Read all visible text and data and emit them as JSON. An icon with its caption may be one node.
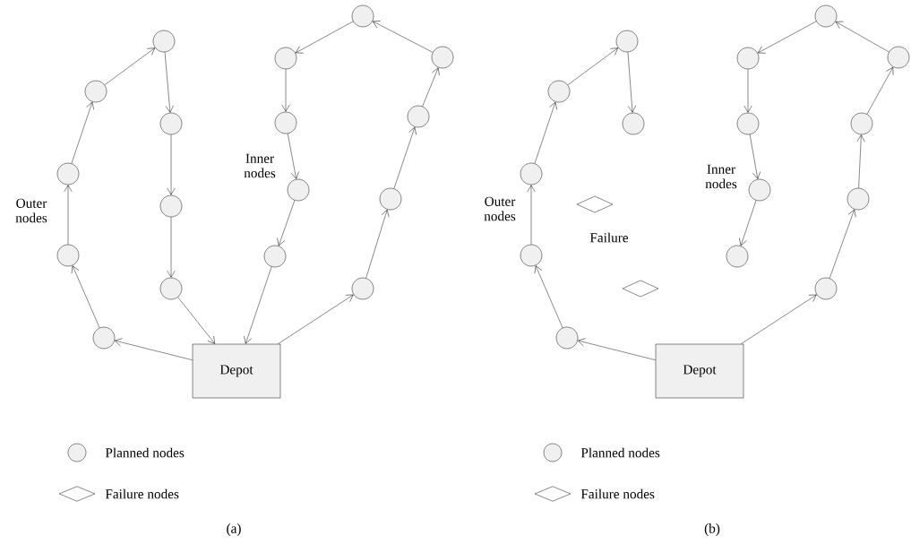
{
  "diagram": {
    "nodes": [
      {
        "text": [
          "Depot"
        ]
      },
      {
        "text": [],
        "shape": "circle"
      },
      {
        "text": [],
        "shape": "circle"
      },
      {
        "text": [],
        "shape": "circle"
      },
      {
        "text": [],
        "shape": "circle"
      },
      {
        "text": [],
        "shape": "circle"
      },
      {
        "text": [],
        "shape": "circle"
      },
      {
        "text": [],
        "shape": "circle"
      },
      {
        "text": [],
        "shape": "circle"
      },
      {
        "text": [],
        "shape": "circle"
      },
      {
        "text": [],
        "shape": "circle"
      },
      {
        "text": [],
        "shape": "circle"
      },
      {
        "text": [],
        "shape": "circle"
      },
      {
        "text": [],
        "shape": "circle"
      },
      {
        "text": [],
        "shape": "circle"
      },
      {
        "text": [],
        "shape": "circle"
      },
      {
        "text": [],
        "shape": "circle"
      },
      {
        "text": [],
        "shape": "circle"
      },
      {
        "text": [
          "Depot"
        ]
      },
      {
        "text": [],
        "shape": "circle"
      },
      {
        "text": [],
        "shape": "circle"
      },
      {
        "text": [],
        "shape": "circle"
      },
      {
        "text": [],
        "shape": "circle"
      },
      {
        "text": [],
        "shape": "circle"
      },
      {
        "text": [],
        "shape": "circle"
      },
      {
        "text": [],
        "shape": "circle"
      },
      {
        "text": [],
        "shape": "circle"
      },
      {
        "text": [],
        "shape": "circle"
      },
      {
        "text": [],
        "shape": "circle"
      },
      {
        "text": [],
        "shape": "circle"
      },
      {
        "text": [],
        "shape": "circle"
      },
      {
        "text": [],
        "shape": "circle"
      },
      {
        "text": [],
        "shape": "circle"
      },
      {
        "text": [],
        "shape": "circle"
      },
      {
        "text": [],
        "shape": "diamond"
      },
      {
        "text": [],
        "shape": "diamond"
      }
    ],
    "edges": [
      {
        "from": 0,
        "to": 1,
        "arrow": "to"
      },
      {
        "from": 1,
        "to": 2,
        "arrow": "to"
      },
      {
        "from": 2,
        "to": 3,
        "arrow": "to"
      },
      {
        "from": 3,
        "to": 4,
        "arrow": "to"
      },
      {
        "from": 4,
        "to": 5,
        "arrow": "to"
      },
      {
        "from": 5,
        "to": 6,
        "arrow": "to"
      },
      {
        "from": 6,
        "to": 7,
        "arrow": "to"
      },
      {
        "from": 7,
        "to": 8,
        "arrow": "to"
      },
      {
        "from": 8,
        "to": 0,
        "arrow": "to"
      },
      {
        "from": 0,
        "to": 9,
        "arrow": "to"
      },
      {
        "from": 9,
        "to": 10,
        "arrow": "to"
      },
      {
        "from": 10,
        "to": 11,
        "arrow": "to"
      },
      {
        "from": 11,
        "to": 12,
        "arrow": "to"
      },
      {
        "from": 12,
        "to": 13,
        "arrow": "to"
      },
      {
        "from": 13,
        "to": 14,
        "arrow": "to"
      },
      {
        "from": 14,
        "to": 15,
        "arrow": "to"
      },
      {
        "from": 15,
        "to": 16,
        "arrow": "to"
      },
      {
        "from": 16,
        "to": 17,
        "arrow": "to"
      },
      {
        "from": 17,
        "to": 0,
        "arrow": "to"
      },
      {
        "from": 18,
        "to": 19,
        "arrow": "to"
      },
      {
        "from": 19,
        "to": 20,
        "arrow": "to"
      },
      {
        "from": 20,
        "to": 21,
        "arrow": "to"
      },
      {
        "from": 21,
        "to": 22,
        "arrow": "to"
      },
      {
        "from": 22,
        "to": 23,
        "arrow": "to"
      },
      {
        "from": 23,
        "to": 24,
        "arrow": "to"
      },
      {
        "from": 18,
        "to": 25,
        "arrow": "to"
      },
      {
        "from": 25,
        "to": 26,
        "arrow": "to"
      },
      {
        "from": 26,
        "to": 27,
        "arrow": "to"
      },
      {
        "from": 27,
        "to": 28,
        "arrow": "to"
      },
      {
        "from": 28,
        "to": 29,
        "arrow": "to"
      },
      {
        "from": 29,
        "to": 30,
        "arrow": "to"
      },
      {
        "from": 30,
        "to": 31,
        "arrow": "to"
      },
      {
        "from": 31,
        "to": 32,
        "arrow": "to"
      },
      {
        "from": 32,
        "to": 33,
        "arrow": "to"
      }
    ],
    "labels": [
      "Inner nodes",
      "Outer nodes",
      "Inner nodes",
      "Outer nodes",
      "Failure",
      "(a)",
      "(b)"
    ],
    "legend": [
      {
        "text": "Planned nodes"
      },
      {
        "text": "Failure nodes"
      },
      {
        "text": "Planned nodes"
      },
      {
        "text": "Failure nodes"
      }
    ]
  }
}
